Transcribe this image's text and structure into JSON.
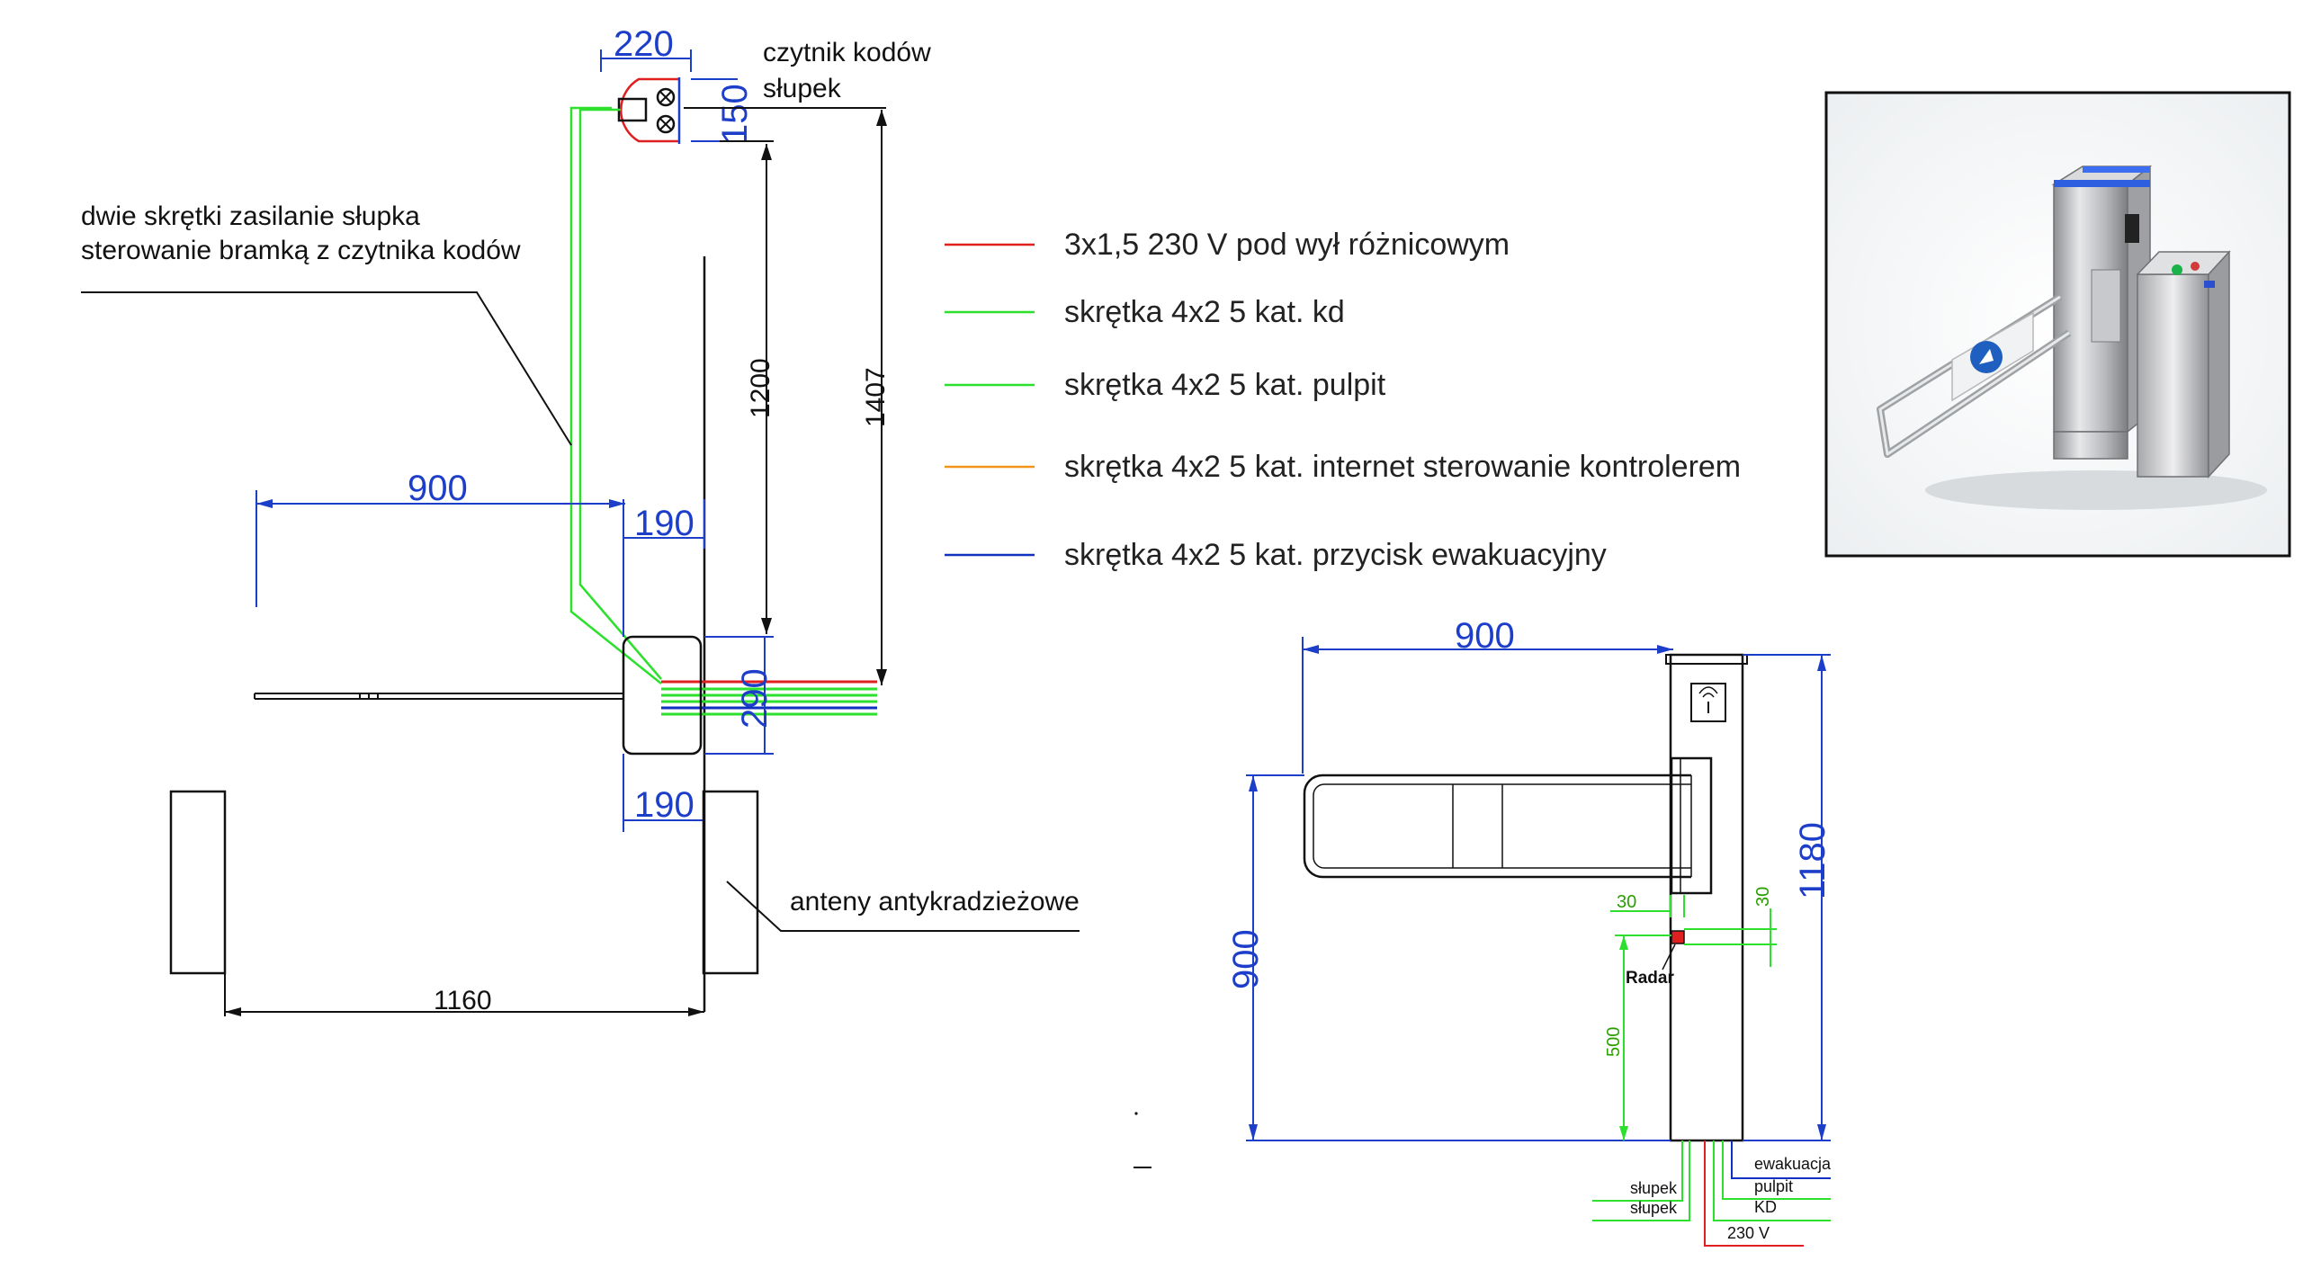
{
  "labels": {
    "reader": "czytnik kodów",
    "post": "słupek",
    "twisted_line1": "dwie skrętki zasilanie słupka",
    "twisted_line2": "sterowanie bramką z czytnika kodów",
    "antennas": "anteny antykradzieżowe",
    "radar": "Radar"
  },
  "top_view_dims": {
    "d220": "220",
    "d150": "150",
    "d1200": "1200",
    "d1407": "1407",
    "d900": "900",
    "d190_top": "190",
    "d290": "290",
    "d190_bottom": "190",
    "d1160": "1160"
  },
  "legend": [
    {
      "color": "#e02020",
      "text": "3x1,5 230 V pod wył różnicowym"
    },
    {
      "color": "#2ee02e",
      "text": "skrętka 4x2 5 kat. kd"
    },
    {
      "color": "#2ee02e",
      "text": "skrętka 4x2 5 kat. pulpit"
    },
    {
      "color": "#f29418",
      "text": "skrętka 4x2 5 kat.  internet sterowanie kontrolerem"
    },
    {
      "color": "#1030c0",
      "text": "skrętka 4x2 5 kat. przycisk ewakuacyjny"
    }
  ],
  "side_view_dims": {
    "w900": "900",
    "h1180": "1180",
    "h900": "900",
    "d30a": "30",
    "d30b": "30",
    "d500": "500"
  },
  "cables": {
    "ewakuacja": "ewakuacja",
    "pulpit": "pulpit",
    "kd": "KD",
    "v230": "230 V",
    "slupek1": "słupek",
    "slupek2": "słupek"
  },
  "colors": {
    "red": "#e02020",
    "green": "#2ee02e",
    "orange": "#f29418",
    "blue": "#1030c0",
    "dim_blue": "#1d3ec9"
  }
}
